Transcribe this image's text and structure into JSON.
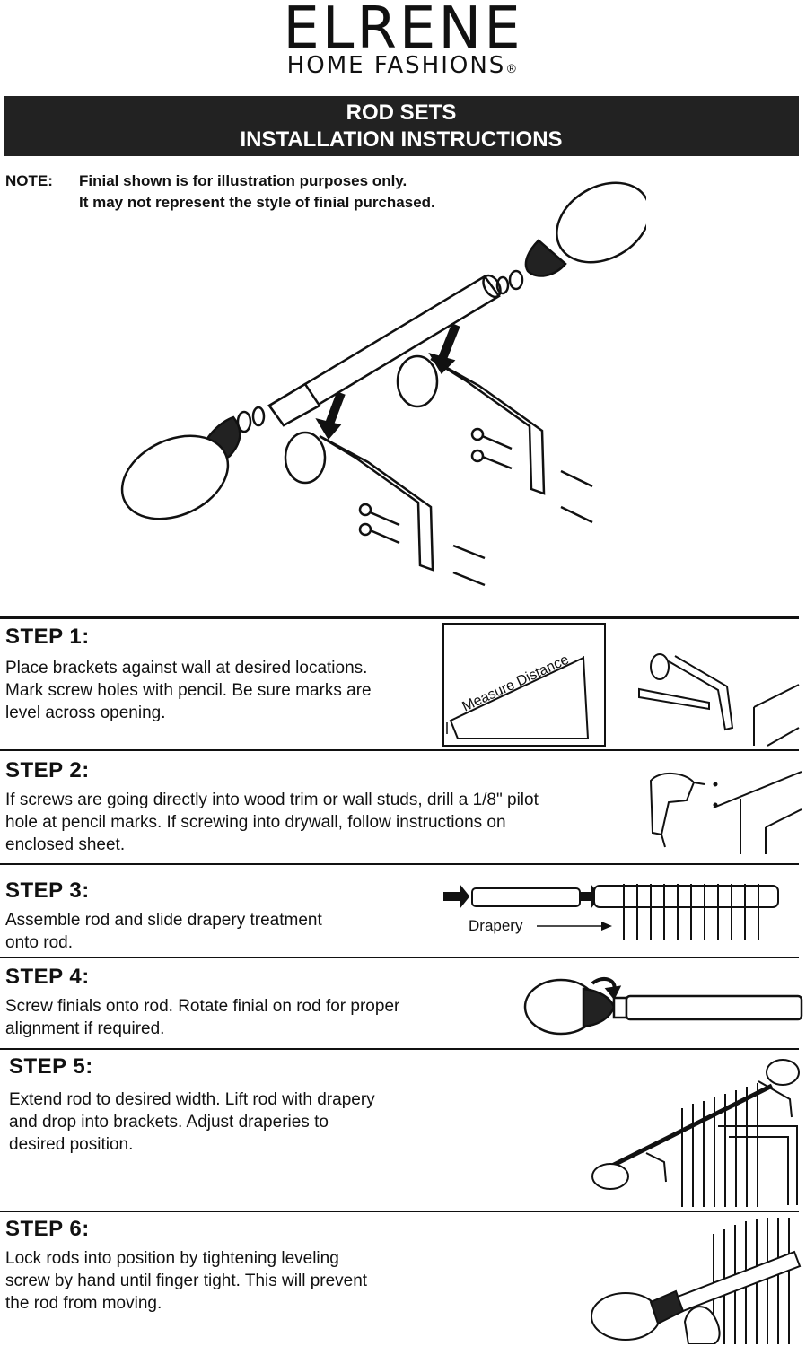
{
  "brand": {
    "name": "ELRENE",
    "subtitle": "HOME FASHIONS",
    "mark": "®"
  },
  "banner": {
    "line1": "ROD SETS",
    "line2": "INSTALLATION INSTRUCTIONS"
  },
  "note": {
    "label": "NOTE:",
    "line1": "Finial shown is for illustration purposes only.",
    "line2": "It may not represent the style of finial purchased."
  },
  "steps": [
    {
      "title": "STEP 1:",
      "lines": [
        "Place brackets against wall at desired locations.",
        "Mark screw holes with pencil. Be sure marks are",
        "level across opening."
      ]
    },
    {
      "title": "STEP 2:",
      "lines": [
        "If screws are going directly into wood trim or wall studs, drill a 1/8\" pilot",
        "hole at pencil marks. If screwing into drywall, follow instructions on",
        "enclosed sheet."
      ]
    },
    {
      "title": "STEP 3:",
      "lines": [
        "Assemble rod and slide drapery treatment",
        "onto rod."
      ]
    },
    {
      "title": "STEP 4:",
      "lines": [
        "Screw finials onto rod. Rotate finial on rod for proper",
        "alignment if required."
      ]
    },
    {
      "title": "STEP 5:",
      "lines": [
        "Extend rod to desired width. Lift rod with drapery",
        "and drop into brackets. Adjust draperies to",
        "desired position."
      ]
    },
    {
      "title": "STEP 6:",
      "lines": [
        "Lock rods into position by tightening leveling",
        "screw by hand until finger tight.  This will prevent",
        "the rod from moving."
      ]
    }
  ],
  "illustration_labels": {
    "measure": "Measure Distance",
    "drapery": "Drapery"
  }
}
